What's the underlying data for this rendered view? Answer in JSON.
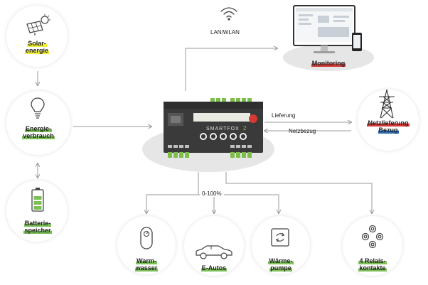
{
  "nodes": {
    "solar": {
      "label_line1": "Solar-",
      "label_line2": "energie"
    },
    "energie": {
      "label_line1": "Energie-",
      "label_line2": "verbrauch"
    },
    "batterie": {
      "label_line1": "Batterie-",
      "label_line2": "speicher"
    },
    "monitoring": {
      "label": "Monitoring"
    },
    "netz": {
      "label_line1": "Netzlieferung",
      "label_line2": "Bezug"
    },
    "warmwasser": {
      "label_line1": "Warm-",
      "label_line2": "wasser"
    },
    "eautos": {
      "label": "E-Autos"
    },
    "waermepumpe": {
      "label_line1": "Wärme-",
      "label_line2": "pumpe"
    },
    "relais": {
      "label_line1": "4 Relais-",
      "label_line2": "kontakte"
    }
  },
  "labels": {
    "network": "LAN/WLAN",
    "lieferung": "Lieferung",
    "netzbezug": "Netzbezug",
    "ratio": "0-100%"
  },
  "device": {
    "brand": "SMARTFOX",
    "model_suffix": "2"
  },
  "colors": {
    "yellow": "#f2ef33",
    "green": "#7bbf57",
    "red": "#d63a36",
    "blue": "#2a6fb5",
    "device_body": "#3a3a3a"
  }
}
